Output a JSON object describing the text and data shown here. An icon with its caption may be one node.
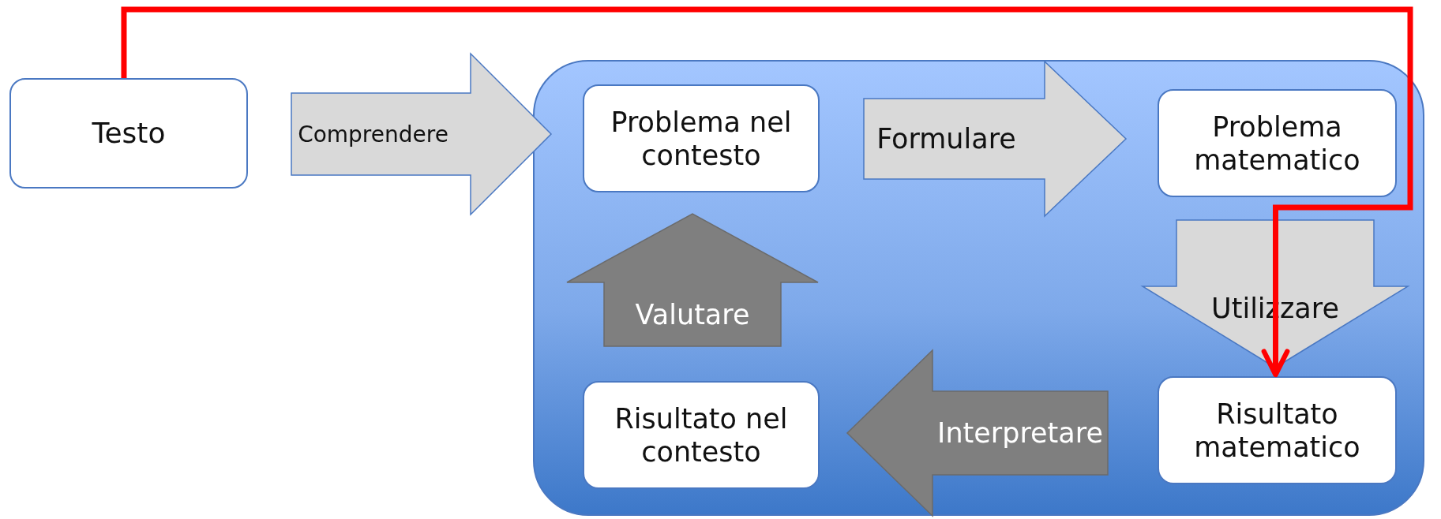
{
  "diagram": {
    "nodes": [
      {
        "text": [
          "Testo"
        ]
      },
      {
        "text": [],
        "shape": "box"
      },
      {
        "text": [
          "Problema nel contesto"
        ],
        "in": 1
      },
      {
        "text": [
          "Problema matematico"
        ],
        "in": 1
      },
      {
        "text": [
          "Risultato matematico"
        ],
        "in": 1
      },
      {
        "text": [
          "Risultato nel contesto"
        ],
        "in": 1
      }
    ],
    "edges": [
      {
        "from": 0,
        "to": 2,
        "arrow": "to",
        "label": "Comprendere"
      },
      {
        "from": 2,
        "to": 3,
        "arrow": "to",
        "label": "Formulare"
      },
      {
        "from": 3,
        "to": 4,
        "arrow": "to",
        "label": "Utilizzare"
      },
      {
        "from": 4,
        "to": 5,
        "arrow": "to",
        "label": "Interpretare",
        "color": "#7f7f7f"
      },
      {
        "from": 5,
        "to": 2,
        "arrow": "to",
        "label": "Valutare",
        "color": "#7f7f7f"
      },
      {
        "from": 0,
        "to": 4,
        "arrow": "to",
        "color": "#ff0000"
      }
    ]
  }
}
